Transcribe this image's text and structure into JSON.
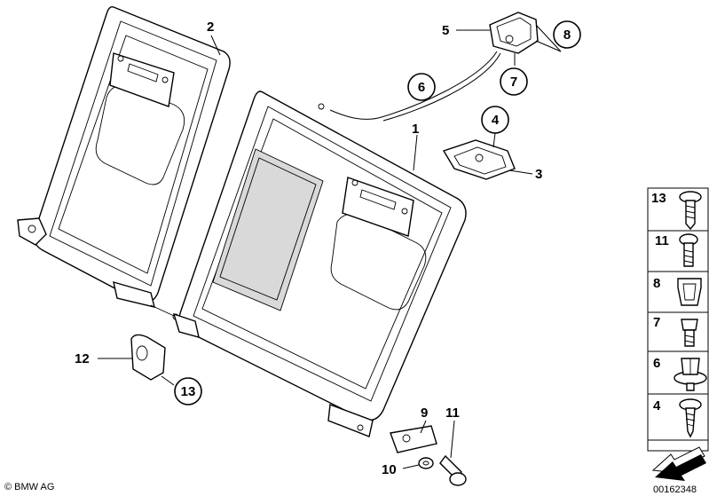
{
  "callouts": {
    "c1": "1",
    "c2": "2",
    "c3": "3",
    "c4": "4",
    "c5": "5",
    "c6": "6",
    "c7": "7",
    "c8": "8",
    "c9": "9",
    "c10": "10",
    "c11": "11",
    "c12": "12",
    "c13": "13"
  },
  "legend": {
    "items": [
      {
        "num": "13",
        "icon": "screw-icon"
      },
      {
        "num": "11",
        "icon": "bolt-icon"
      },
      {
        "num": "8",
        "icon": "clip-nut-icon"
      },
      {
        "num": "7",
        "icon": "screw-icon"
      },
      {
        "num": "6",
        "icon": "expanding-rivet-icon"
      },
      {
        "num": "4",
        "icon": "self-tapping-screw-icon"
      }
    ],
    "arrow_icon": "direction-arrow-icon"
  },
  "footer": {
    "copyright": "© BMW AG",
    "drawing_number": "00162348"
  }
}
